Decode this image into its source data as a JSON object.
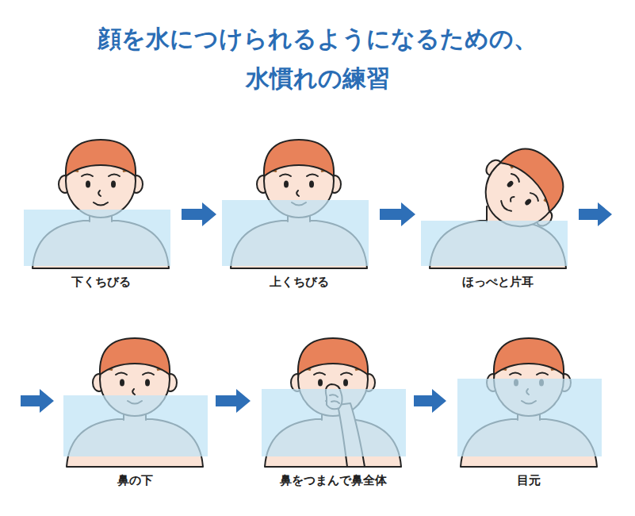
{
  "diagram": {
    "title": "顔を水につけられるようになるための、 水慣れの練習",
    "nodes": [
      {
        "text": [
          "下くちびる"
        ]
      },
      {
        "text": [
          "上くちびる"
        ]
      },
      {
        "text": [
          "ほっぺと片耳"
        ]
      },
      {
        "text": [
          "鼻の下"
        ]
      },
      {
        "text": [
          "鼻をつまんで鼻全体"
        ]
      },
      {
        "text": [
          "目元"
        ]
      }
    ],
    "edges": [
      {
        "from": 0,
        "to": 1,
        "arrow": "to"
      },
      {
        "from": 1,
        "to": 2,
        "arrow": "to"
      },
      {
        "from": 2,
        "to": 3,
        "arrow": "to"
      },
      {
        "from": 3,
        "to": 4,
        "arrow": "to"
      },
      {
        "from": 4,
        "to": 5,
        "arrow": "to"
      }
    ]
  }
}
